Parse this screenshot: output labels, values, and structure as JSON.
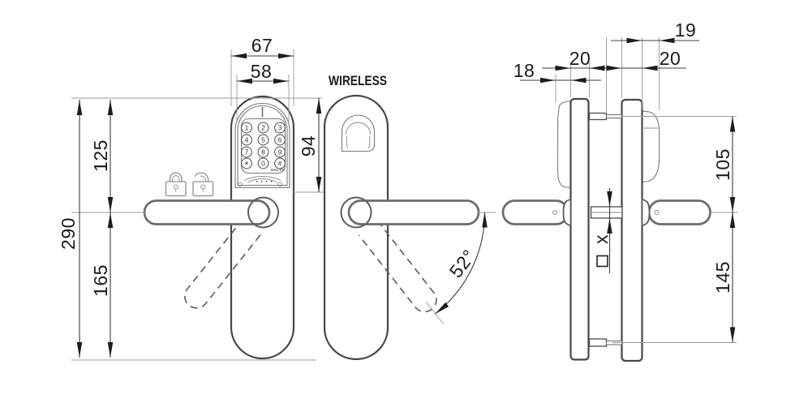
{
  "drawing_title": "electronic-lock-escutcheon-dimension-drawing",
  "colors": {
    "background": "#ffffff",
    "outline": "#474747",
    "handle_outline": "#6b6b6b",
    "dimension_line": "#3c3c3c",
    "arrow": "#1c1c1c",
    "text": "#1a1a1a"
  },
  "icons": {
    "locked_padlock": "locked-padlock",
    "unlocked_padlock": "unlocked-padlock",
    "square_spindle_symbol": "square-outline"
  },
  "views": {
    "front_keypad": {
      "dim_width_outer": "67",
      "dim_width_inner": "58",
      "dim_height_total": "290",
      "dim_top_to_handle": "125",
      "dim_handle_to_bottom": "165",
      "dim_keypad_height": "94",
      "keypad": {
        "brand": "SALTO",
        "keys": [
          "1",
          "2",
          "3",
          "4",
          "5",
          "6",
          "7",
          "8",
          "9",
          "*",
          "0",
          "#"
        ]
      }
    },
    "front_reader": {
      "label": "WIRELESS",
      "dim_handle_angle": "52°"
    },
    "side": {
      "dim_keypad_depth": "18",
      "dim_inner_plate_thickness": "20",
      "dim_reader_depth": "19",
      "dim_outer_plate_thickness": "20",
      "dim_top_screw_to_handle": "105",
      "dim_handle_to_bottom_screw": "145",
      "dim_spindle": "x"
    }
  }
}
